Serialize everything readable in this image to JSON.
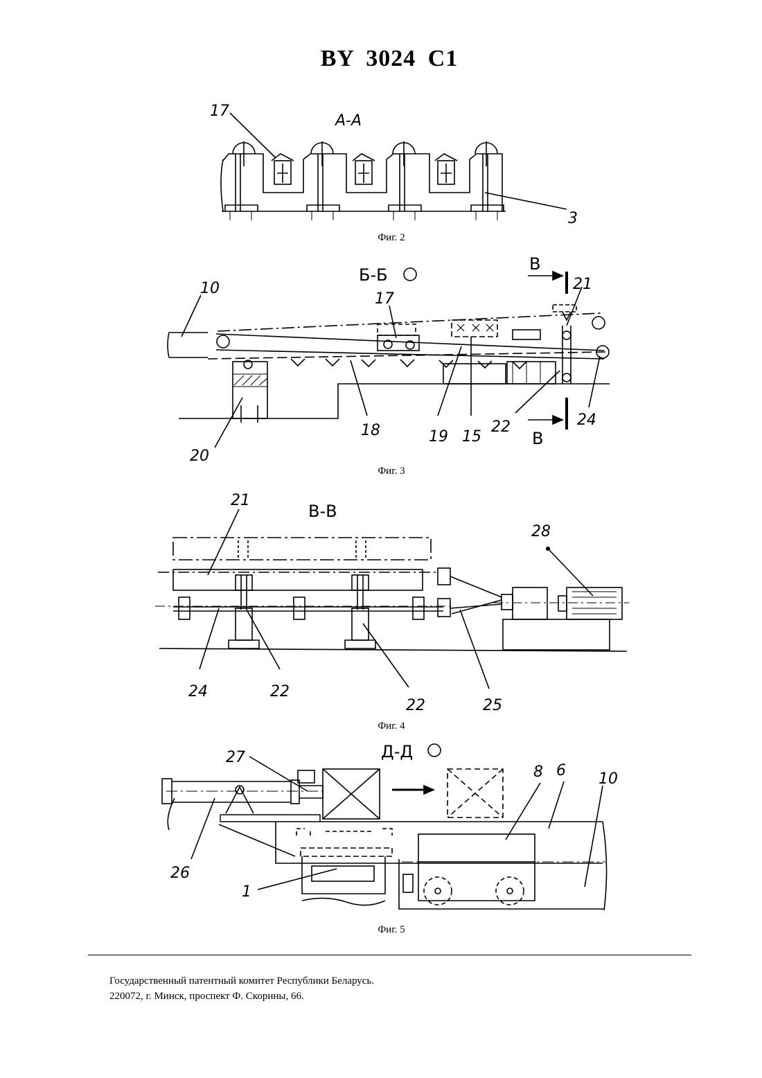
{
  "header": {
    "title": "BY  3024  C1"
  },
  "figures": [
    {
      "caption": "Фиг. 2",
      "section": "А-А",
      "labels": [
        "17",
        "3"
      ]
    },
    {
      "caption": "Фиг. 3",
      "section": "Б-Б",
      "cut_labels": [
        "В",
        "В"
      ],
      "labels": [
        "10",
        "17",
        "21",
        "18",
        "19",
        "15",
        "22",
        "24",
        "20"
      ]
    },
    {
      "caption": "Фиг. 4",
      "section": "В-В",
      "labels": [
        "21",
        "28",
        "24",
        "22",
        "22",
        "25"
      ]
    },
    {
      "caption": "Фиг. 5",
      "section": "Д-Д",
      "labels": [
        "27",
        "8",
        "6",
        "10",
        "26",
        "1"
      ]
    }
  ],
  "footer": {
    "line1": "Государственный патентный комитет Республики Беларусь.",
    "line2": "220072, г. Минск, проспект Ф. Скорины, 66."
  }
}
